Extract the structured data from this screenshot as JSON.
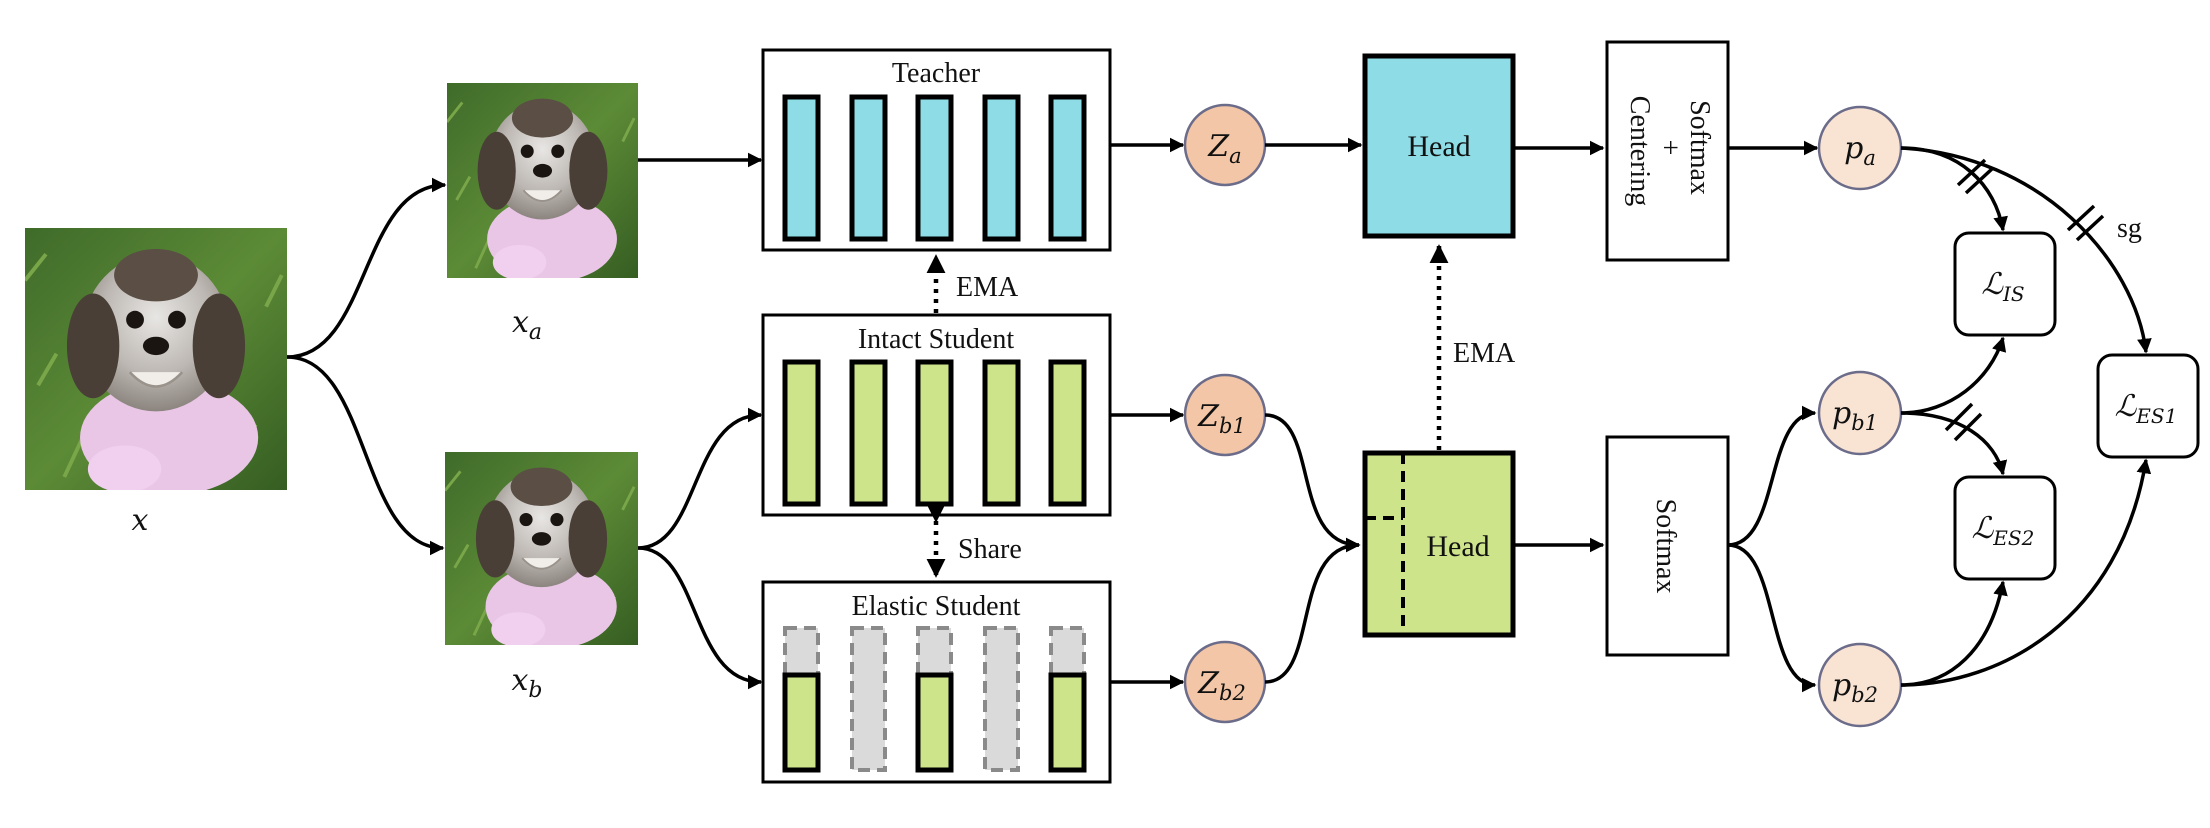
{
  "inputs": {
    "x": "x",
    "x_a": "x",
    "x_a_sub": "a",
    "x_b": "x",
    "x_b_sub": "b"
  },
  "encoders": {
    "teacher": "Teacher",
    "intact_student": "Intact Student",
    "elastic_student": "Elastic Student"
  },
  "edges": {
    "ema_top": "EMA",
    "share": "Share",
    "ema_head": "EMA",
    "sg": "sg"
  },
  "latents": {
    "z_a": "Z",
    "z_a_sub": "a",
    "z_b1": "Z",
    "z_b1_sub": "b1",
    "z_b2": "Z",
    "z_b2_sub": "b2"
  },
  "heads": {
    "teacher_head": "Head",
    "student_head": "Head"
  },
  "softmax": {
    "top_line1": "Softmax",
    "top_line2": "+",
    "top_line3": "Centering",
    "bottom": "Softmax"
  },
  "probs": {
    "p_a": "p",
    "p_a_sub": "a",
    "p_b1": "p",
    "p_b1_sub": "b1",
    "p_b2": "p",
    "p_b2_sub": "b2"
  },
  "losses": {
    "l_is": "ℒ",
    "l_is_sub": "IS",
    "l_es1": "ℒ",
    "l_es1_sub": "ES1",
    "l_es2": "ℒ",
    "l_es2_sub": "ES2"
  },
  "colors": {
    "teacher_cyan": "#8edde6",
    "student_green": "#cde48a",
    "latent_orange": "#f2c6a6",
    "prob_peach": "#f9e3d3",
    "ghost_gray": "#dadada"
  }
}
